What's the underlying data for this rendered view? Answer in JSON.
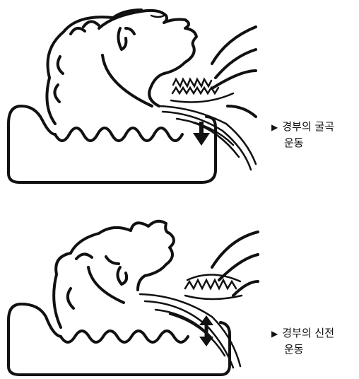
{
  "captions": [
    {
      "arrow": "▶",
      "line1": "경부의 굴곡",
      "line2": "운동"
    },
    {
      "arrow": "▶",
      "line1": "경부의 신전",
      "line2": "운동"
    }
  ],
  "colors": {
    "ink": "#111111",
    "background": "#ffffff"
  },
  "icons": [
    "down-arrow-icon",
    "up-down-arrow-icon"
  ]
}
